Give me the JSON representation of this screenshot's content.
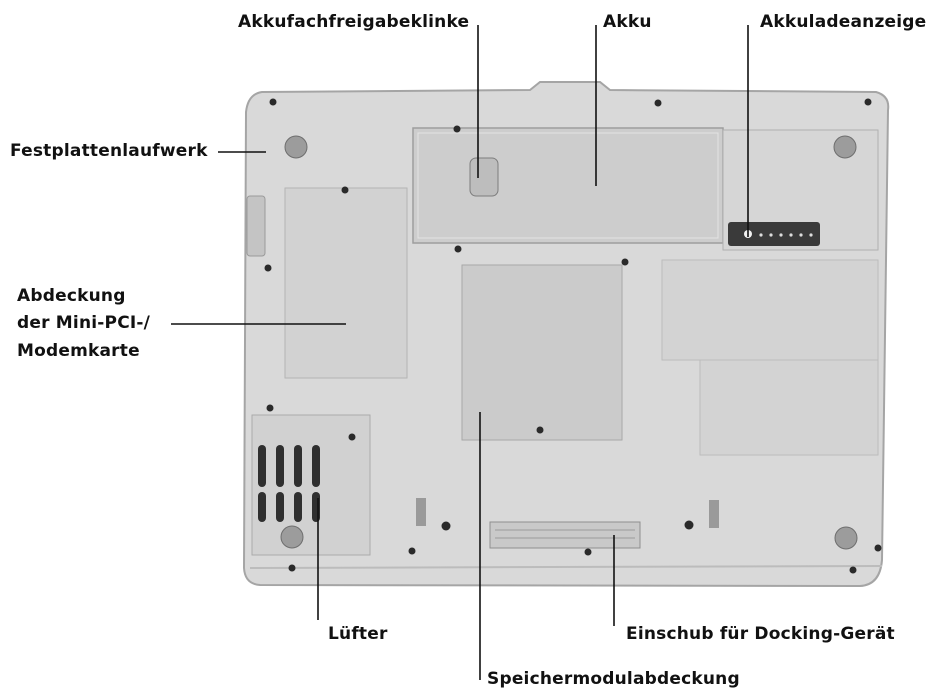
{
  "labels": {
    "battery_release_latch": "Akkufachfreigabeklinke",
    "battery": "Akku",
    "battery_charge_gauge": "Akkuladeanzeige",
    "hard_drive": "Festplattenlaufwerk",
    "minipci_cover_line1": "Abdeckung",
    "minipci_cover_line2": "der Mini-PCI-/",
    "minipci_cover_line3": "Modemkarte",
    "fan": "Lüfter",
    "docking_slot": "Einschub für Docking-Gerät",
    "memory_cover": "Speichermodulabdeckung"
  },
  "colors": {
    "body": "#d6d6d6",
    "body_shadow": "#a9a9a9",
    "panel": "#cfcfcf",
    "leader": "#111111",
    "screw": "#2a2a2a"
  }
}
